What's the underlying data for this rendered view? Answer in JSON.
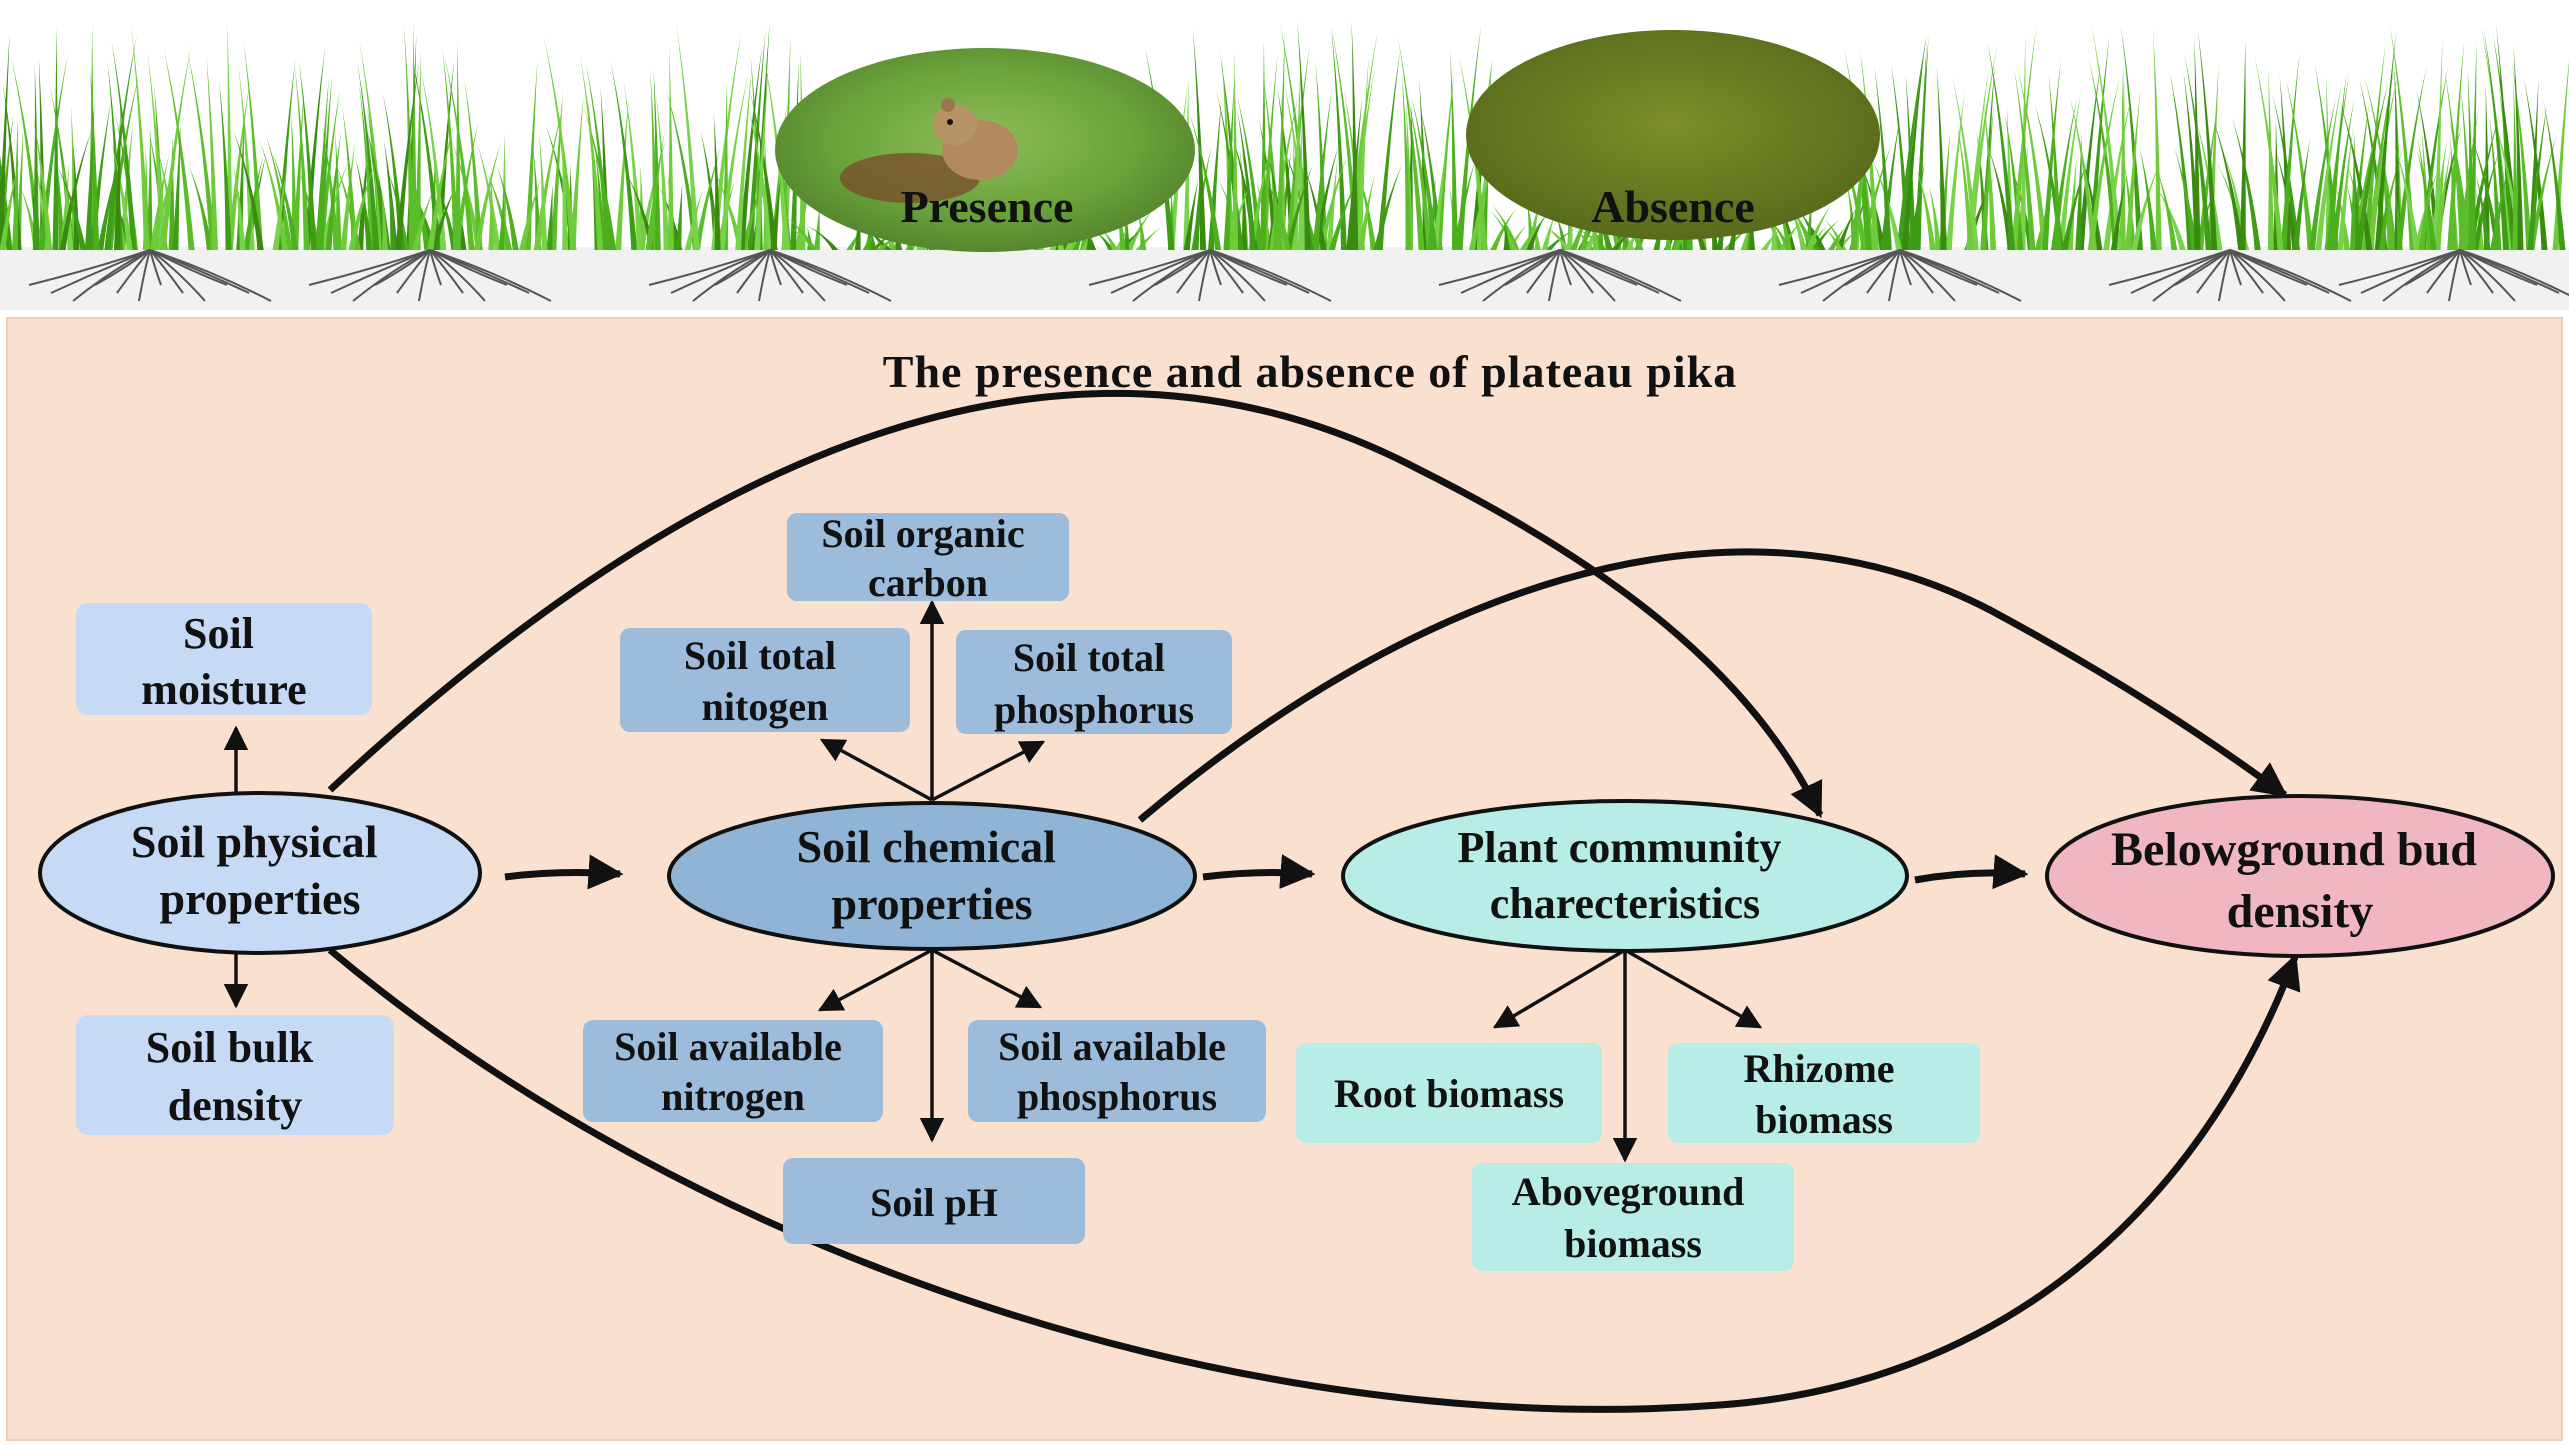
{
  "title": "The presence and absence of plateau pika",
  "scene": {
    "presence_label": "Presence",
    "absence_label": "Absence"
  },
  "nodes": {
    "soil_physical": "Soil physical properties",
    "soil_chemical": "Soil chemical properties",
    "plant_community": "Plant community charecteristics",
    "bud_density": "Belowground bud density",
    "soil_moisture": "Soil moisture",
    "soil_bulk_density": "Soil bulk density",
    "soil_organic_carbon": "Soil organic carbon",
    "soil_total_nitrogen": "Soil total nitogen",
    "soil_total_phosphorus": "Soil total phosphorus",
    "soil_available_nitrogen": "Soil available nitrogen",
    "soil_available_phosphorus": "Soil available phosphorus",
    "soil_ph": "Soil pH",
    "root_biomass": "Root biomass",
    "rhizome_biomass": "Rhizome biomass",
    "aboveground_biomass": "Aboveground biomass"
  },
  "colors": {
    "panel_background": "#fae1cf",
    "physical_fill": "#c6d9f5",
    "chemical_ellipse_fill": "#90b4d6",
    "chemical_box_fill": "#9dbcdb",
    "plant_fill": "#b7ede6",
    "bud_fill": "#f0b6c2",
    "grass_green": "#4caf1e"
  }
}
